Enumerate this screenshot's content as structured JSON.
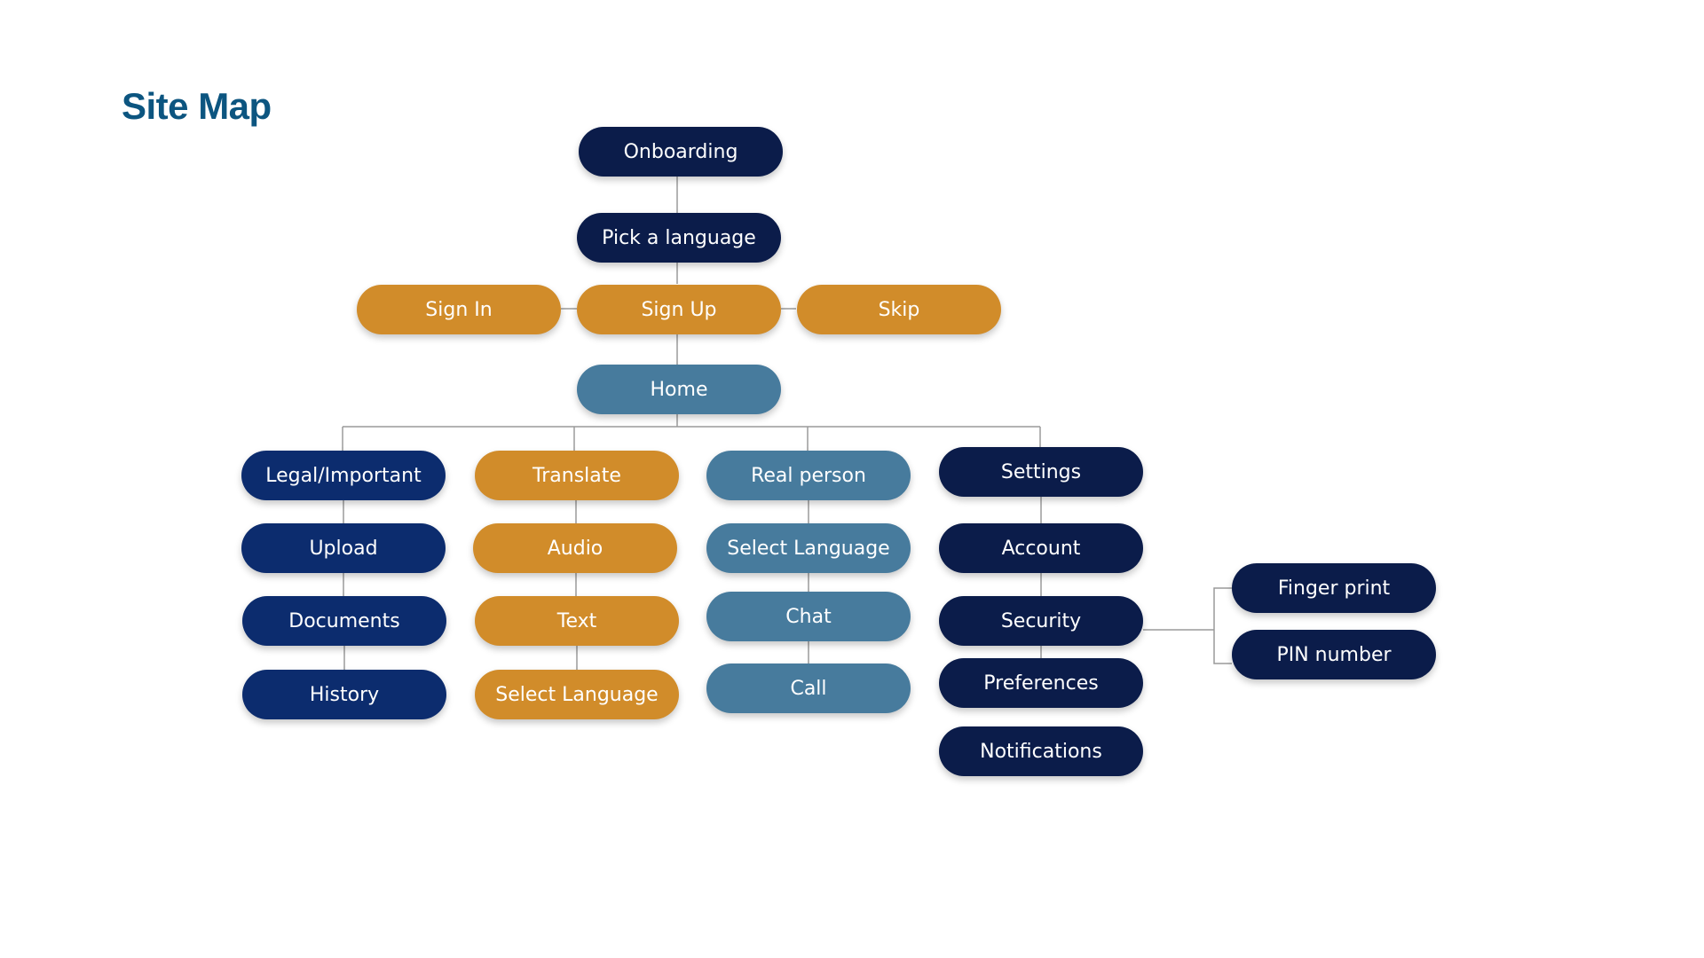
{
  "page": {
    "title": "Site Map"
  },
  "colors": {
    "title": "#0c5580",
    "navy": "#0b1c4a",
    "blue": "#0c2c6e",
    "gold": "#d18c2a",
    "steel": "#477b9d",
    "connector": "#9a9a9a"
  },
  "top": {
    "onboarding": "Onboarding",
    "pick_language": "Pick a language"
  },
  "auth": {
    "sign_in": "Sign In",
    "sign_up": "Sign Up",
    "skip": "Skip"
  },
  "home": "Home",
  "legal": {
    "root": "Legal/Important",
    "items": [
      "Upload",
      "Documents",
      "History"
    ]
  },
  "translate": {
    "root": "Translate",
    "items": [
      "Audio",
      "Text",
      "Select Language"
    ]
  },
  "real_person": {
    "root": "Real person",
    "items": [
      "Select Language",
      "Chat",
      "Call"
    ]
  },
  "settings": {
    "root": "Settings",
    "items": [
      "Account",
      "Security",
      "Preferences",
      "Notifications"
    ]
  },
  "security": {
    "items": [
      "Finger print",
      "PIN number"
    ]
  }
}
